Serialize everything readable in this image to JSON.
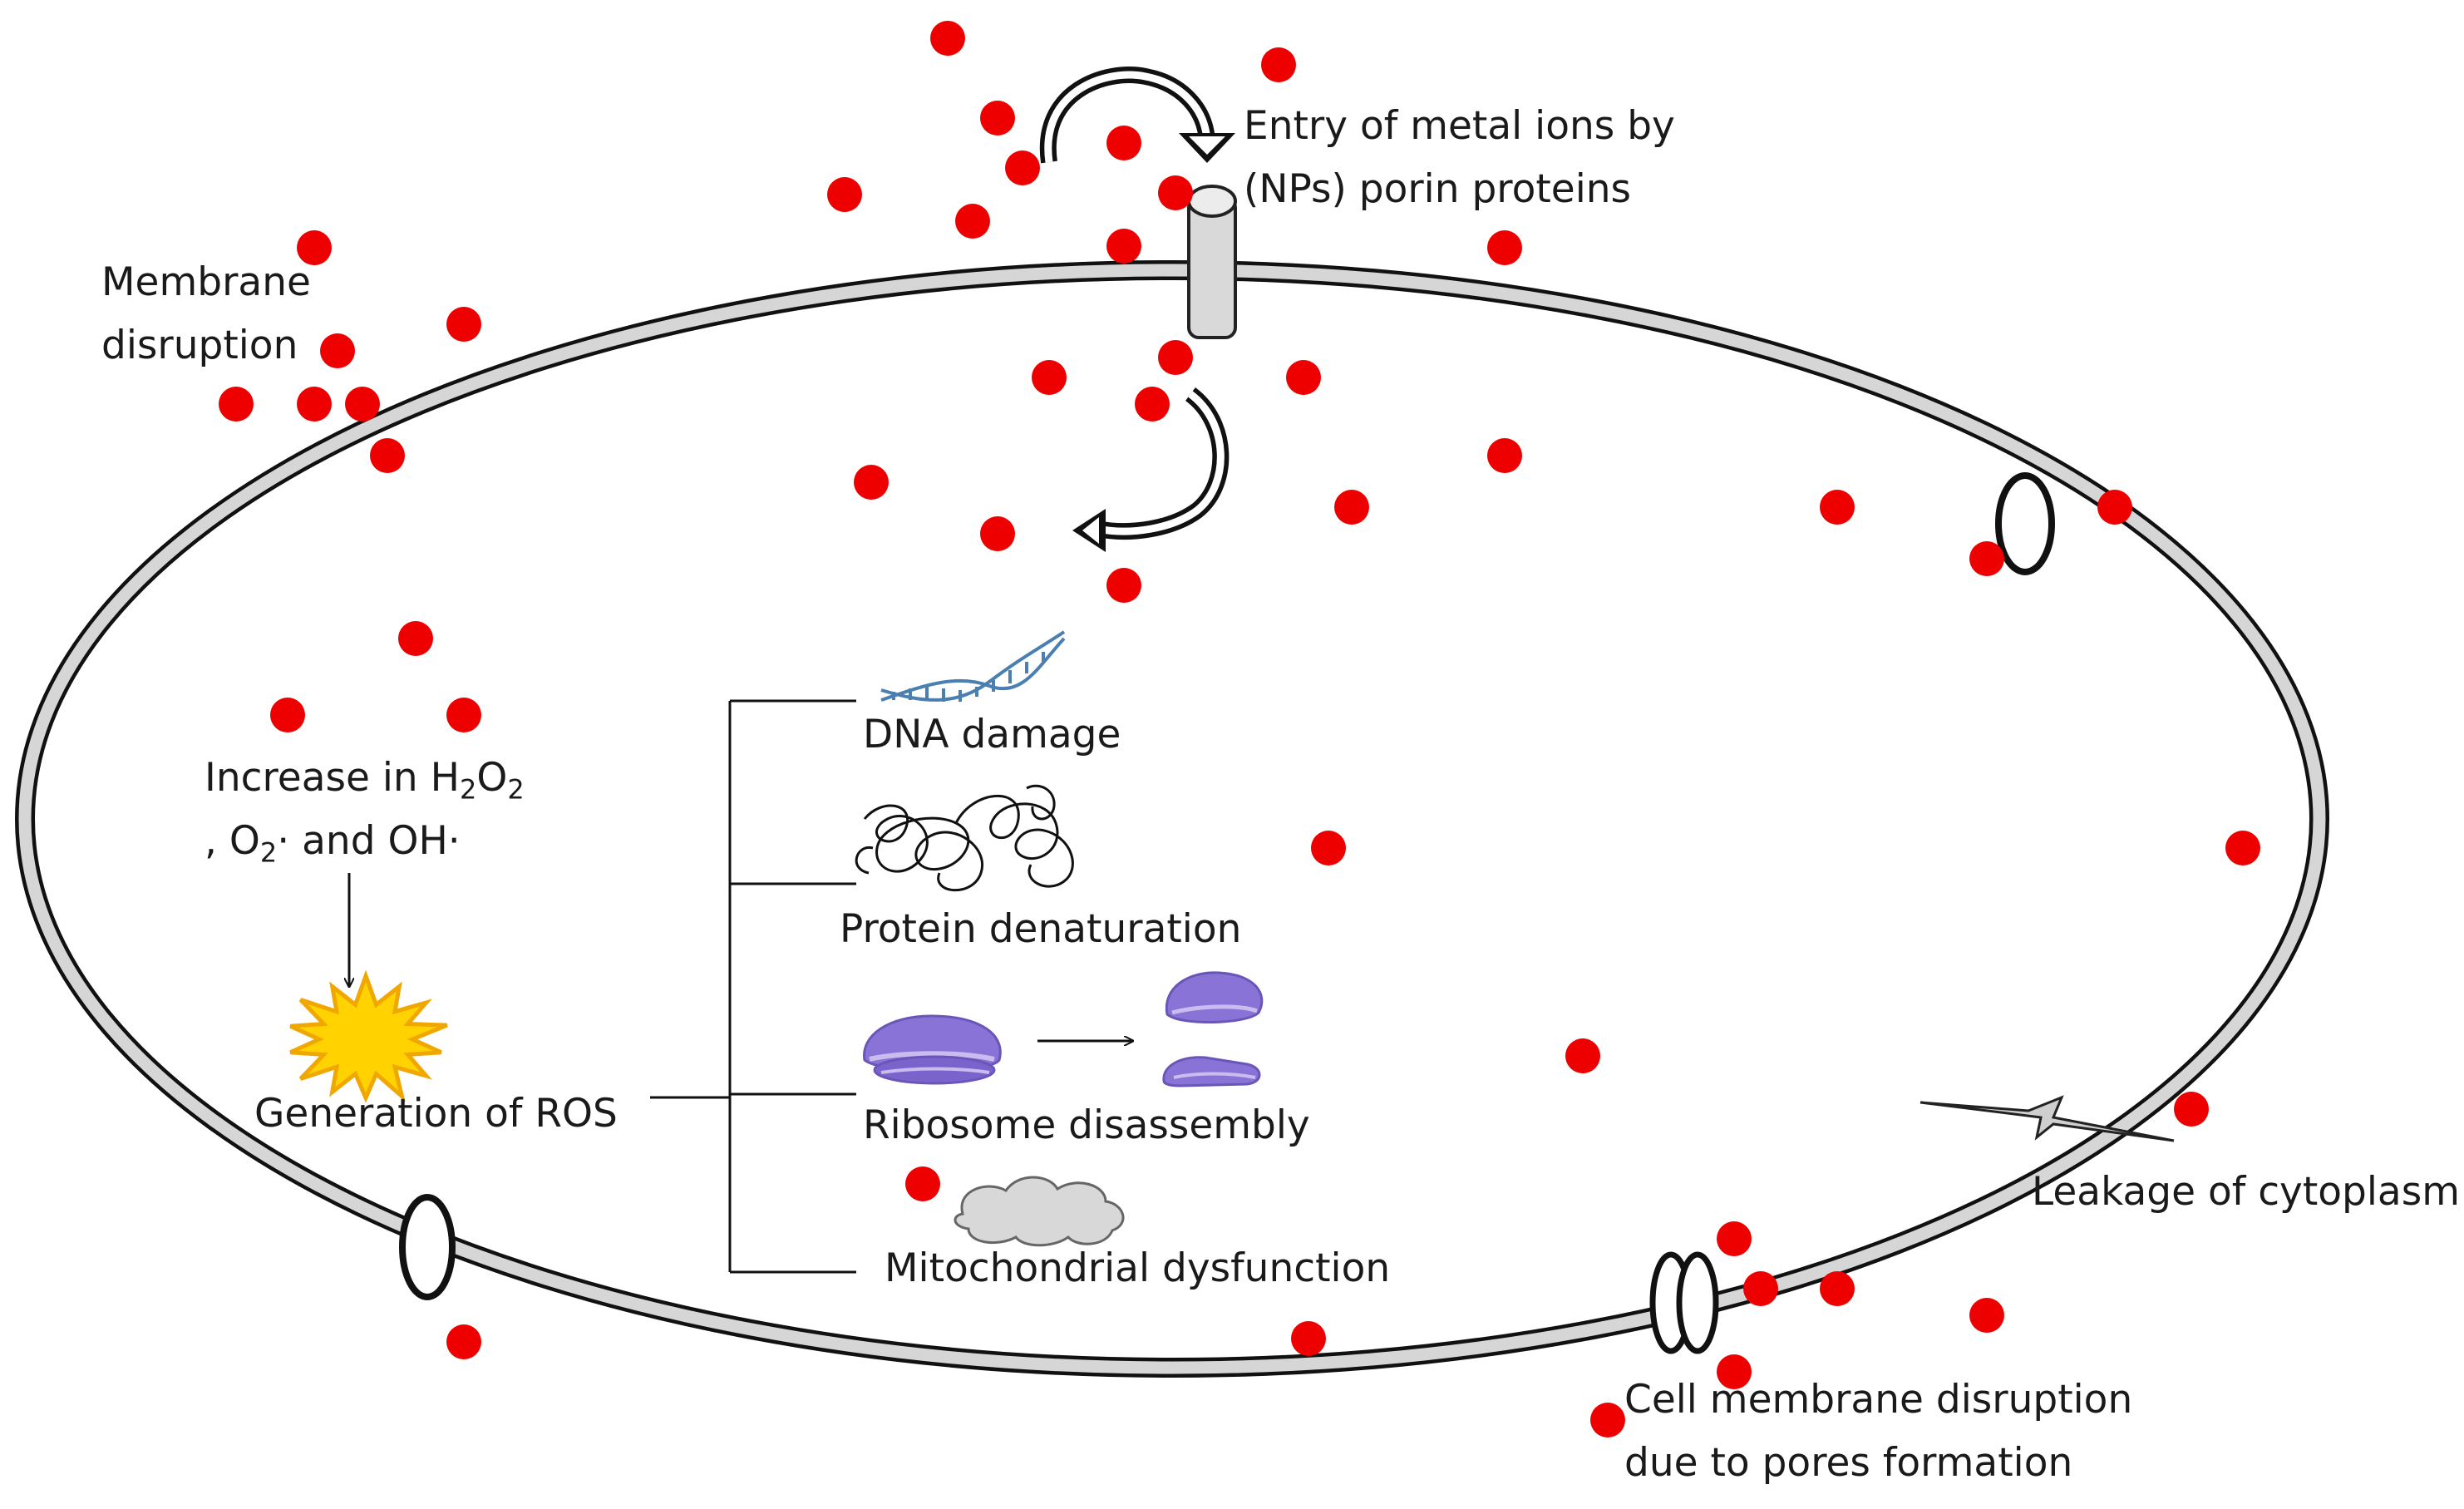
{
  "labels": {
    "membrane_disruption_1": "Membrane",
    "membrane_disruption_2": "disruption",
    "entry_1": "Entry of metal ions by",
    "entry_2": "(NPs) porin proteins",
    "ros_increase_prefix": "Increase in H",
    "ros_h2_sub": "2",
    "ros_o": "O",
    "ros_o2_sub": "2",
    "ros_line2_a": ", O",
    "ros_line2_sub": "2",
    "ros_line2_b": "· and OH·",
    "generation_ros": "Generation of ROS",
    "dna_damage": "DNA damage",
    "protein_denaturation": "Protein denaturation",
    "ribosome_disassembly": "Ribosome disassembly",
    "mitochondrial_dysfunction": "Mitochondrial  dysfunction",
    "leakage": "Leakage of cytoplasm",
    "pores_1": "Cell membrane disruption",
    "pores_2": "due to pores formation"
  },
  "colors": {
    "ion": "#ee0000",
    "membrane_outer": "#111111",
    "membrane_fill": "#d6d6d6",
    "ribosome": "#8a73d6",
    "ros_burst": "#ffd200",
    "ros_burst_edge": "#f0a800",
    "mitochondrion": "#d8d8d8",
    "dna": "#4a7fb0"
  }
}
